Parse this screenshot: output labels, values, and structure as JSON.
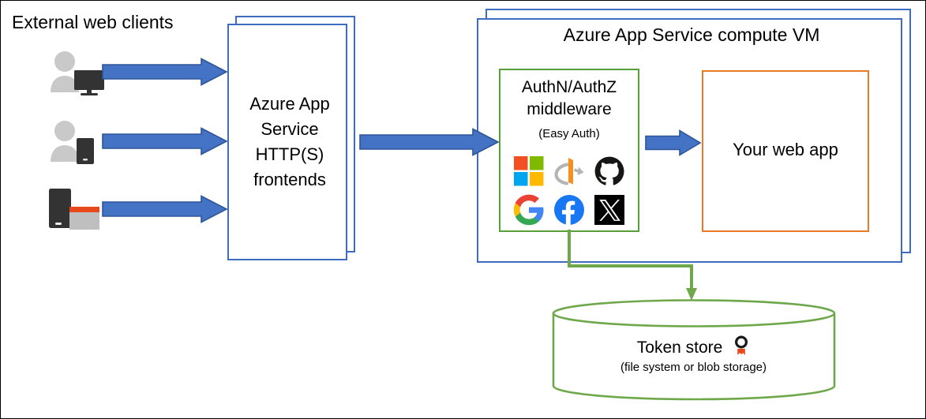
{
  "diagram": {
    "title_left": "External web clients",
    "vm_title": "Azure App Service compute VM",
    "frontend_label": "Azure App Service HTTP(S) frontends",
    "frontend_lines": [
      "Azure App",
      "Service",
      "HTTP(S)",
      "frontends"
    ],
    "middleware": {
      "line1": "AuthN/AuthZ",
      "line2": "middleware",
      "subtitle": "(Easy Auth)",
      "providers": [
        {
          "name": "microsoft",
          "label": "Microsoft"
        },
        {
          "name": "openid",
          "label": "OpenID Connect"
        },
        {
          "name": "github",
          "label": "GitHub"
        },
        {
          "name": "google",
          "label": "Google"
        },
        {
          "name": "facebook",
          "label": "Facebook"
        },
        {
          "name": "x-twitter",
          "label": "X (Twitter)"
        }
      ]
    },
    "web_app_label": "Your web app",
    "token_store": {
      "label": "Token store",
      "subtitle": "(file system or blob storage)",
      "badge_icon": "award-badge-icon"
    },
    "clients": [
      {
        "name": "desktop-user",
        "icon": "person-with-monitor-icon"
      },
      {
        "name": "mobile-user",
        "icon": "person-with-phone-icon"
      },
      {
        "name": "device-app",
        "icon": "phone-with-browser-icon"
      }
    ],
    "arrows": [
      {
        "name": "client-1-to-frontend",
        "direction": "right"
      },
      {
        "name": "client-2-to-frontend",
        "direction": "right"
      },
      {
        "name": "client-3-to-frontend",
        "direction": "right"
      },
      {
        "name": "frontend-to-middleware",
        "direction": "right"
      },
      {
        "name": "middleware-to-webapp",
        "direction": "right"
      },
      {
        "name": "middleware-to-token-store",
        "direction": "down"
      }
    ],
    "colors": {
      "blue_border": "#3F6CC0",
      "blue_arrow_fill": "#4472C4",
      "blue_arrow_stroke": "#2E5597",
      "green_border": "#57A03A",
      "green_connector": "#6FA84B",
      "orange_border": "#E97B28",
      "text": "#000000",
      "client_gray": "#C9C9C9",
      "client_dark": "#333333",
      "accent_orange": "#E8491C"
    }
  }
}
